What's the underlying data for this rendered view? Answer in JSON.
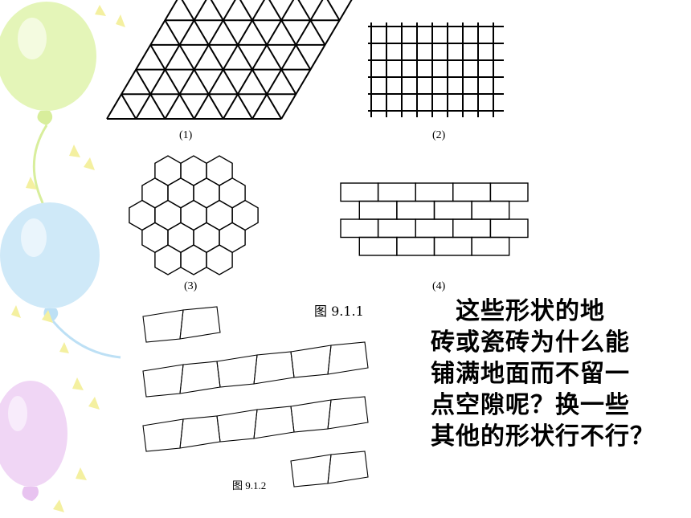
{
  "figures": {
    "fig1": {
      "label": "(1)",
      "shape": "triangle-tiling"
    },
    "fig2": {
      "label": "(2)",
      "shape": "square-grid-tiling"
    },
    "fig3": {
      "label": "(3)",
      "shape": "hexagon-tiling"
    },
    "fig4": {
      "label": "(4)",
      "shape": "brick-tiling"
    },
    "caption_1": "图 9.1.1",
    "fig5": {
      "shape": "quadrilateral-tiling"
    },
    "caption_2": "图 9.1.2"
  },
  "question": {
    "lines": [
      "　这些形状的地",
      "砖或瓷砖为什么能",
      "铺满地面而不留一",
      "点空隙呢？换一些",
      "其他的形状行不行？"
    ]
  },
  "colors": {
    "balloon_green": "#d8f0a0",
    "balloon_blue": "#bde0f5",
    "balloon_purple": "#e8c3f0",
    "confetti_yellow": "#f4f0a0"
  }
}
